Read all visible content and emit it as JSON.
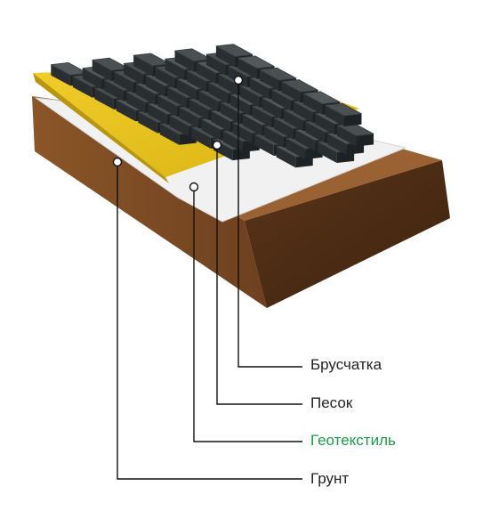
{
  "layers": [
    {
      "id": "paving",
      "label": "Брусчатка",
      "color": "#222222"
    },
    {
      "id": "sand",
      "label": "Песок",
      "color": "#222222"
    },
    {
      "id": "geotextile",
      "label": "Геотекстиль",
      "color": "#1f9a4a"
    },
    {
      "id": "soil",
      "label": "Грунт",
      "color": "#222222"
    }
  ],
  "colors": {
    "paving_stone": "#4a4f51",
    "sand": "#e6c21c",
    "geotextile": "#f1f1f1",
    "soil": "#7a4a24"
  }
}
